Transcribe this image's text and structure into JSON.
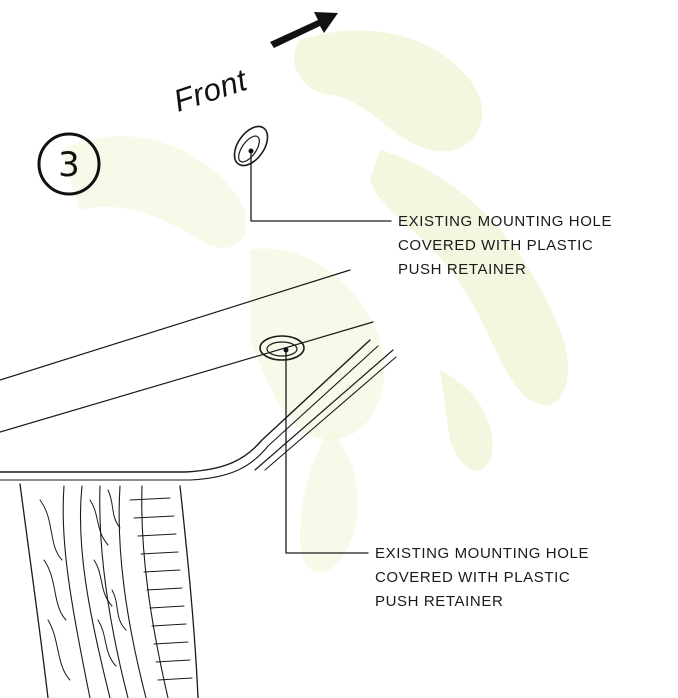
{
  "diagram": {
    "direction_label": "Front",
    "direction_arrow_icon": "arrow-right-icon",
    "step_number": "3",
    "callouts": [
      {
        "lines": [
          "EXISTING MOUNTING HOLE",
          "COVERED WITH PLASTIC",
          "PUSH RETAINER"
        ]
      },
      {
        "lines": [
          "EXISTING MOUNTING HOLE",
          "COVERED WITH PLASTIC",
          "PUSH RETAINER"
        ]
      }
    ]
  },
  "colors": {
    "ink": "#1a1a1a",
    "watermark": "#e9f1c4",
    "background": "#ffffff"
  }
}
